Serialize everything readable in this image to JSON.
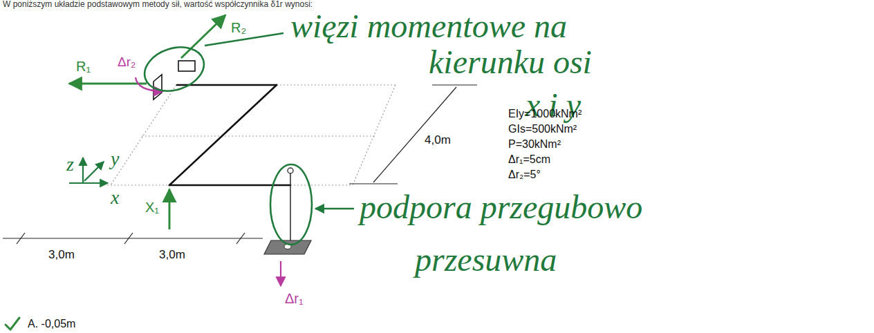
{
  "diagram": {
    "labels": [
      "W poniższym układzie podstawowym metody sił, wartość współczynnika δ1r wynosi:",
      "R₁",
      "Δr₂",
      "R₂",
      "więzi momentowe na",
      "kierunku osi",
      "x i y",
      "z",
      "y",
      "x",
      "X₁",
      "4,0m",
      "EIy=1000kNm²",
      "GIs=500kNm²",
      "P=30kNm²",
      "Δr₁=5cm",
      "Δr₂=5°",
      "3,0m",
      "3,0m",
      "podpora przegubowo",
      "przesuwna",
      "Δr₁",
      "A. -0,05m"
    ]
  }
}
